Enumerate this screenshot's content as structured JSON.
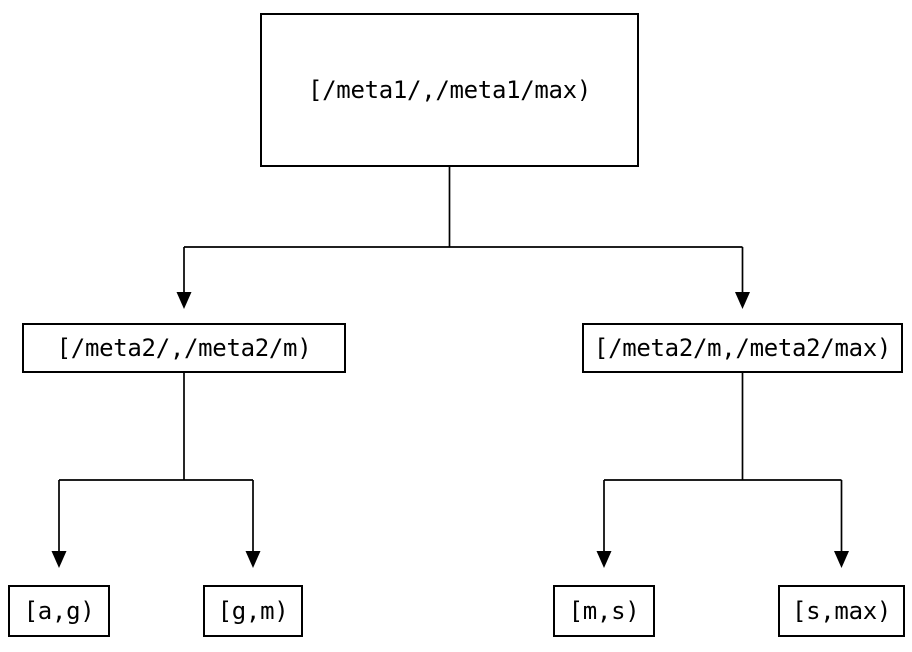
{
  "colors": {
    "background": "#ffffff",
    "line": "#000000",
    "text": "#000000",
    "node_fill": "#ffffff"
  },
  "tree": {
    "nodes": {
      "root": {
        "label": "[/meta1/,/meta1/max)"
      },
      "left": {
        "label": "[/meta2/,/meta2/m)"
      },
      "right": {
        "label": "[/meta2/m,/meta2/max)"
      },
      "left_left": {
        "label": "[a,g)"
      },
      "left_right": {
        "label": "[g,m)"
      },
      "right_left": {
        "label": "[m,s)"
      },
      "right_right": {
        "label": "[s,max)"
      }
    },
    "edges": [
      {
        "from": "root",
        "to": "left"
      },
      {
        "from": "root",
        "to": "right"
      },
      {
        "from": "left",
        "to": "left_left"
      },
      {
        "from": "left",
        "to": "left_right"
      },
      {
        "from": "right",
        "to": "right_left"
      },
      {
        "from": "right",
        "to": "right_right"
      }
    ]
  }
}
